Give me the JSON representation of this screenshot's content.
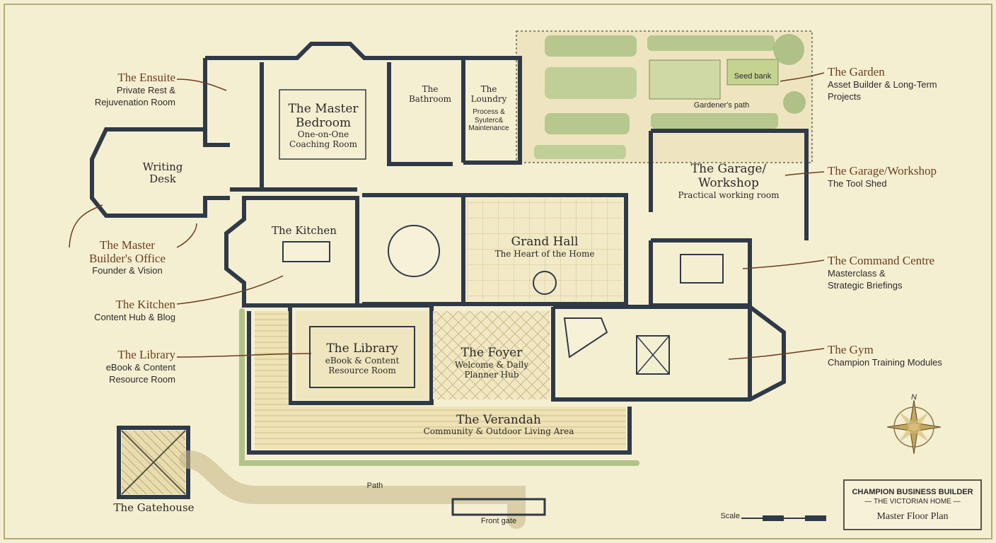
{
  "rooms": {
    "master_bedroom": {
      "title": "The Master Bedroom",
      "subtitle": "One-on-One Coaching Room"
    },
    "writing_desk": {
      "title": "Writing Desk"
    },
    "bathroom": {
      "title": "The Bathroom"
    },
    "laundry": {
      "title": "The Loundry",
      "subtitle": "Process & Syuterc& Maintenance"
    },
    "seed_bank": {
      "title": "Seed bank"
    },
    "gardeners_path": {
      "title": "Gardener's path"
    },
    "garage": {
      "title": "The Garage/ Workshop",
      "subtitle": "Practical working room"
    },
    "kitchen": {
      "title": "The Kitchen"
    },
    "grand_hall": {
      "title": "Grand Hall",
      "subtitle": "The Heart of the Home"
    },
    "library": {
      "title": "The Library",
      "subtitle": "eBook & Content Resource Room"
    },
    "foyer": {
      "title": "The Foyer",
      "subtitle": "Welcome & Daily Planner Hub"
    },
    "verandah": {
      "title": "The Verandah",
      "subtitle": "Community & Outdoor Living Area"
    },
    "gatehouse": {
      "title": "The Gatehouse"
    },
    "path": {
      "title": "Path"
    },
    "front_gate": {
      "title": "Front gate"
    }
  },
  "callouts": {
    "ensuite": {
      "title": "The Ensuite",
      "subtitle": "Private Rest & Rejuvenation Room"
    },
    "office": {
      "title": "The Master Builder's Office",
      "subtitle": "Founder & Vision"
    },
    "kitchen": {
      "title": "The Kitchen",
      "subtitle": "Content Hub & Blog"
    },
    "library": {
      "title": "The Library",
      "subtitle": "eBook & Content Resource Room"
    },
    "garden": {
      "title": "The Garden",
      "subtitle": "Asset Builder & Long-Term Projects"
    },
    "garage": {
      "title": "The Garage/Workshop",
      "subtitle": "The Tool Shed"
    },
    "command": {
      "title": "The Command Centre",
      "subtitle": "Masterclass & Strategic Briefings"
    },
    "gym": {
      "title": "The Gym",
      "subtitle": "Champion Training Modules"
    }
  },
  "compass": {
    "north": "N"
  },
  "scale": {
    "label": "Scale"
  },
  "title_block": {
    "line1": "CHAMPION BUSINESS BUILDER",
    "line2": "— THE VICTORIAN HOME —",
    "line3": "Master Floor Plan"
  },
  "colors": {
    "wall": "#2f3a48",
    "paper": "#f5efd2",
    "accent": "#6b3e1c",
    "garden": "#9fb877"
  }
}
